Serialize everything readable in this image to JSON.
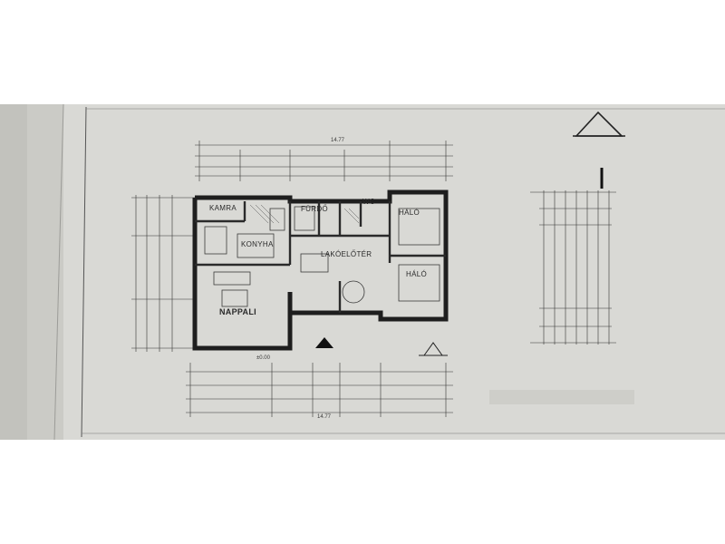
{
  "plan": {
    "rooms": {
      "kamra": "KAMRA",
      "konyha": "KONYHA",
      "furdo": "FÜRDŐ",
      "wc": "WC",
      "halo1": "HÁLÓ",
      "eloter": "LAKÓELŐTÉR",
      "halo2": "HÁLÓ",
      "nappali": "NAPPALI"
    },
    "elevation": "±0.00",
    "overall_top": "14.77",
    "overall_bottom": "14.77"
  },
  "colors": {
    "paper": "#d6d6d2",
    "paper_shadow": "#bdbdb8",
    "ink": "#2a2a2a",
    "backdrop": "#ffffff",
    "left_surface": "#cfcfca"
  }
}
